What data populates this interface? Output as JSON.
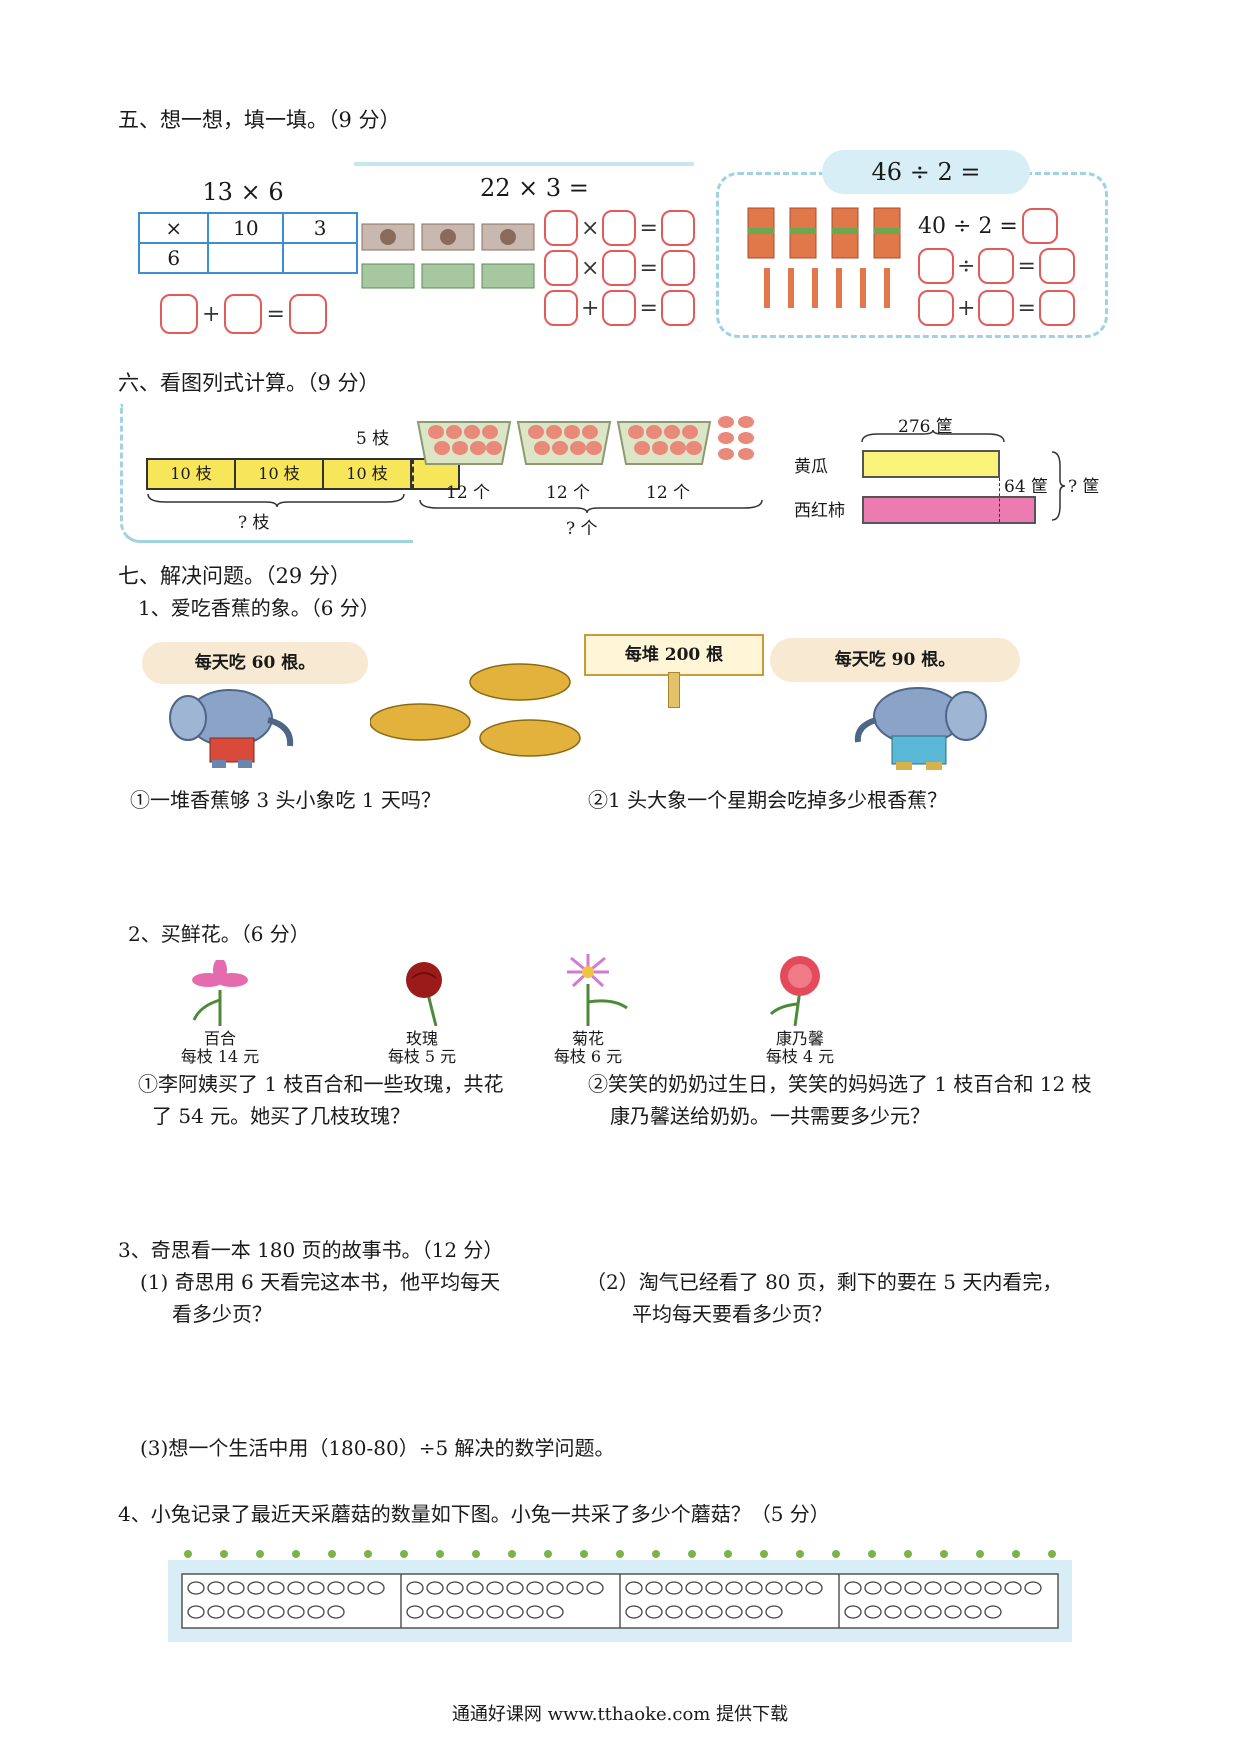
{
  "section5": {
    "heading": "五、想一想，填一填。（9 分）",
    "p1": {
      "expr": "13 × 6",
      "col_x": "×",
      "col_10": "10",
      "col_3": "3",
      "row_6": "6"
    },
    "p2": {
      "expr": "22 × 3 ="
    },
    "p3": {
      "expr": "46 ÷ 2 =",
      "sub_expr": "40 ÷ 2 ="
    },
    "ops": {
      "plus": "+",
      "times": "×",
      "div": "÷",
      "eq": "="
    }
  },
  "section6": {
    "heading": "六、看图列式计算。（9 分）",
    "pencils": {
      "extra": "5 枝",
      "seg": "10 枝",
      "total": "? 枝"
    },
    "eggs": {
      "tray": "12 个",
      "total": "? 个"
    },
    "bars": {
      "top": "276 筐",
      "cucumber": "黄瓜",
      "tomato": "西红柿",
      "diff": "64 筐",
      "total": "? 筐"
    }
  },
  "section7": {
    "heading": "七、解决问题。（29 分）",
    "q1": {
      "title": "1、爱吃香蕉的象。（6 分）",
      "small_bubble": "每天吃 60 根。",
      "sign": "每堆 200 根",
      "big_bubble": "每天吃 90 根。",
      "a": "①一堆香蕉够 3 头小象吃 1 天吗？",
      "b": "②1 头大象一个星期会吃掉多少根香蕉？"
    },
    "q2": {
      "title": "2、买鲜花。（6 分）",
      "flowers": [
        {
          "name": "百合",
          "price": "每枝 14 元",
          "color": "#e46cae"
        },
        {
          "name": "玫瑰",
          "price": "每枝 5 元",
          "color": "#9b1b1b"
        },
        {
          "name": "菊花",
          "price": "每枝 6 元",
          "color": "#d27ad6"
        },
        {
          "name": "康乃馨",
          "price": "每枝 4 元",
          "color": "#e44b5a"
        }
      ],
      "a_line1": "①李阿姨买了 1 枝百合和一些玫瑰，共花",
      "a_line2": "了 54 元。她买了几枝玫瑰？",
      "b_line1": "②笑笑的奶奶过生日，笑笑的妈妈选了 1 枝百合和 12 枝",
      "b_line2": "康乃馨送给奶奶。一共需要多少元？"
    },
    "q3": {
      "title": "3、奇思看一本 180 页的故事书。（12 分）",
      "a_line1": "(1)  奇思用 6 天看完这本书，他平均每天",
      "a_line2": "看多少页？",
      "b_line1": "（2）淘气已经看了 80 页，剩下的要在 5 天内看完，",
      "b_line2": "平均每天要看多少页？",
      "c": "(3)想一个生活中用（180-80）÷5 解决的数学问题。"
    },
    "q4": {
      "title": "4、小兔记录了最近天采蘑菇的数量如下图。小兔一共采了多少个蘑菇？（5 分）"
    }
  },
  "footer": "通通好课网  www.tthaoke.com  提供下载"
}
